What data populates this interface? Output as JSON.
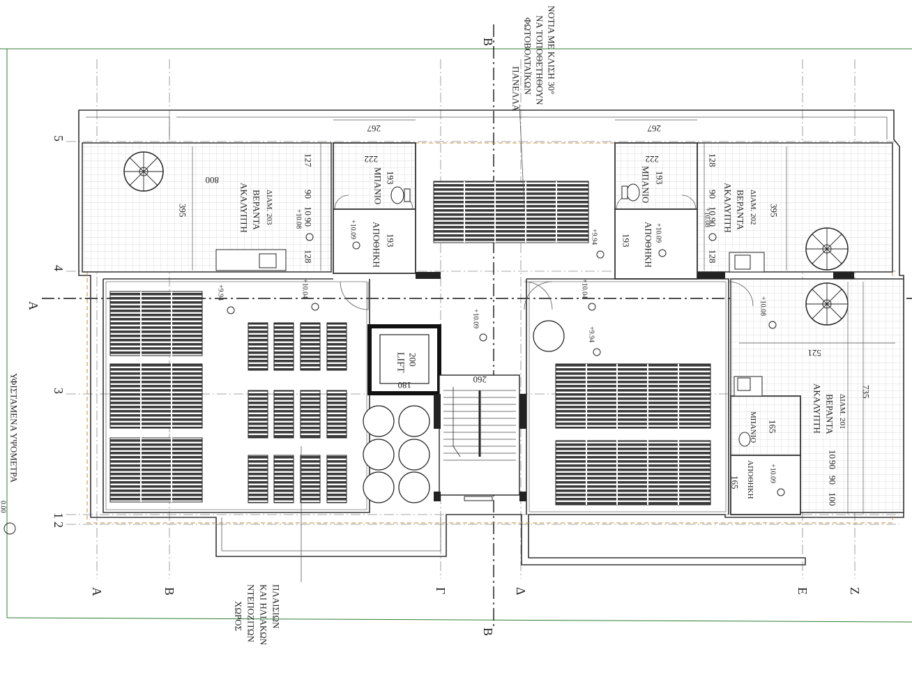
{
  "axes": {
    "vertical": [
      "A",
      "B",
      "Γ",
      "Δ",
      "E",
      "Z"
    ],
    "horizontal": [
      "1",
      "2",
      "3",
      "4",
      "5"
    ],
    "section_vertical": "B",
    "section_horizontal": "A"
  },
  "rooms": {
    "veranda_left": {
      "line1": "ΑΚΑΛΥΠΤΗ",
      "line2": "ΒΕΡΑΝΤΑ",
      "line3": "ΔΙΑΜ. 203"
    },
    "veranda_right": {
      "line1": "ΑΚΑΛΥΠΤΗ",
      "line2": "ΒΕΡΑΝΤΑ",
      "line3": "ΔΙΑΜ. 202"
    },
    "veranda_bottom_right": {
      "line1": "ΑΚΑΛΥΠΤΗ",
      "line2": "ΒΕΡΑΝΤΑ",
      "line3": "ΔΙΑΜ. 201"
    },
    "bath_left": "ΜΠΑΝΙΟ",
    "bath_right": "ΜΠΑΝΙΟ",
    "bath_bottom": "ΜΠΑΝΙΟ",
    "storage_left": "ΑΠΟΘΗΚΗ",
    "storage_right": "ΑΠΟΘΗΚΗ",
    "storage_bottom": "ΑΠΟΘΗΚΗ",
    "lift": "LIFT"
  },
  "annotations": {
    "panels_note": [
      "ΠΑΝΕΛΛΑ",
      "ΦΩΤΟΒΟΛΤΑΪΚΩΝ",
      "ΝΑ ΤΟΠΟΘΕΤΗΘΟΥΝ",
      "ΝΟΤΙΑ ΜΕ ΚΛΙΣΗ 30°"
    ],
    "tanks_note": [
      "ΧΩΡΟΣ",
      "ΝΤΕΠΟΖΙΤΩΝ",
      "ΚΑΙ ΗΛΙΑΚΩΝ",
      "ΠΛΑΙΣΙΩΝ"
    ],
    "existing_levels": "ΥΦΙΣΤΑΜΕΝΑ ΥΨΟΜΕΤΡΑ",
    "ground_level": "0.00"
  },
  "levels": {
    "l1": "+10.08",
    "l2": "+10.09",
    "l3": "+9.94",
    "l4": "+10.04",
    "l5": "+10.09",
    "l6": "+10.04",
    "l7": "+9.94",
    "l8": "+9.94",
    "l9": "+10.09",
    "l10": "+10.08",
    "l11": "+10.08",
    "l12": "+10.09"
  },
  "dimensions": {
    "d267a": "267",
    "d267b": "267",
    "d800": "800",
    "d395a": "395",
    "d395b": "395",
    "d127": "127",
    "d128a": "128",
    "d128b": "128",
    "d128c": "128",
    "d90a": "90",
    "d10a": "10",
    "d90b": "90",
    "d90c": "90",
    "d10b": "10",
    "d90d": "90",
    "d222a": "222",
    "d222b": "222",
    "d193a": "193",
    "d193b": "193",
    "d193c": "193",
    "d193d": "193",
    "d200": "200",
    "d180": "180",
    "d260": "260",
    "d521": "521",
    "d735": "735",
    "d165a": "165",
    "d165b": "165",
    "d100": "100",
    "d90e": "90",
    "d10c": "10",
    "d90f": "90"
  }
}
